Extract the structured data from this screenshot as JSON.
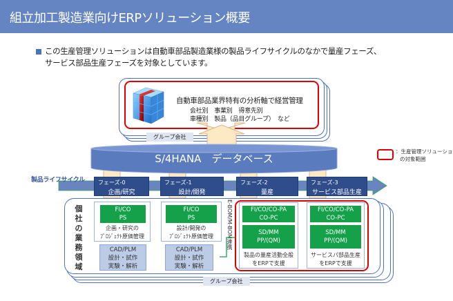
{
  "header": {
    "title": "組立加工製造業向けERPソリューション概要",
    "background_color": "#6584c2"
  },
  "intro": {
    "bullet_icon": "square-bullet-icon",
    "line1": "この生産管理ソリューションは自動車部品製造業様の製品ライフサイクルのなかで量産フェーズ、",
    "line2": "サービス部品生産フェーズを対象としています。"
  },
  "top_panel": {
    "icon": "data-cube-icon",
    "title": "自動車部品業界特有の分析軸で経営管理",
    "line1": "会社別　事業別　得意先別",
    "line2": "車種別　製品（品目グループ）　など",
    "group_label": "グループ会社"
  },
  "database": {
    "label": "S/4HANA　データベース",
    "color": "#5b7bbf"
  },
  "legend": {
    "line1": "：生産管理ソリューション",
    "line2": "の対象範囲",
    "color": "#e00000"
  },
  "lifecycle": {
    "label": "製品ライフサイクル",
    "phases": [
      {
        "num": "フェーズ-0",
        "name": "企画/研究"
      },
      {
        "num": "フェーズ-1",
        "name": "設計/開発"
      },
      {
        "num": "フェーズ-2",
        "name": "量産"
      },
      {
        "num": "フェーズ-3",
        "name": "サービス部品生産"
      }
    ]
  },
  "business_area": {
    "vertical_label": "個社の業務領域",
    "group_label": "グループ会社",
    "ebom_label": "E-BOM/M-BOM連携",
    "columns": [
      {
        "green1": [
          "FI/CO",
          "PS"
        ],
        "desc": [
          "企画・研究の",
          "ﾌﾟﾛｼﾞｪｸﾄ原価管理"
        ],
        "blue": [
          "CAD/PLM",
          "設計・試作",
          "実験・解析"
        ]
      },
      {
        "green1": [
          "FI/CO",
          "PS"
        ],
        "desc": [
          "設計/開発の",
          "ﾌﾟﾛｼﾞｪｸﾄ原価管理"
        ],
        "blue": [
          "CAD/PLM",
          "設計・試作",
          "実験・解析"
        ]
      },
      {
        "green1": [
          "FI/CO/CO-PA",
          "CO-PC"
        ],
        "green2": [
          "SD/MM",
          "PP/(QM)"
        ],
        "desc": [
          "製品の量産活動全般",
          "をERPで支援"
        ]
      },
      {
        "green1": [
          "FI/CO/CO-PA",
          "CO-PC"
        ],
        "green2": [
          "SD/MM",
          "PP/(QM)"
        ],
        "desc": [
          "サービスパ部品生産",
          "をERPで支援"
        ]
      }
    ]
  }
}
